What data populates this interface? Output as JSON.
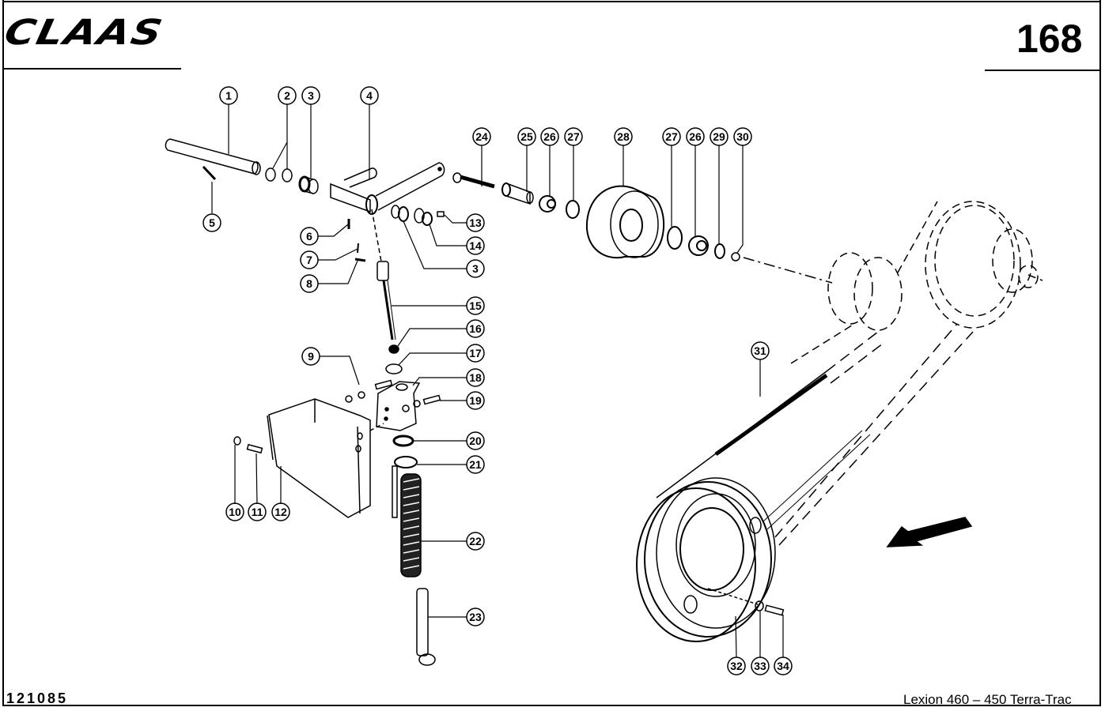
{
  "header": {
    "brand": "CLAAS",
    "page_number": "168"
  },
  "footer": {
    "drawing_number": "121085",
    "model": "Lexion 460 – 450 Terra-Trac"
  },
  "diagram": {
    "type": "exploded-parts-view",
    "callouts": [
      {
        "id": "c1",
        "label": "1"
      },
      {
        "id": "c2",
        "label": "2"
      },
      {
        "id": "c3a",
        "label": "3"
      },
      {
        "id": "c4",
        "label": "4"
      },
      {
        "id": "c5",
        "label": "5"
      },
      {
        "id": "c6",
        "label": "6"
      },
      {
        "id": "c7",
        "label": "7"
      },
      {
        "id": "c8",
        "label": "8"
      },
      {
        "id": "c9",
        "label": "9"
      },
      {
        "id": "c10",
        "label": "10"
      },
      {
        "id": "c11",
        "label": "11"
      },
      {
        "id": "c12",
        "label": "12"
      },
      {
        "id": "c13",
        "label": "13"
      },
      {
        "id": "c14",
        "label": "14"
      },
      {
        "id": "c3b",
        "label": "3"
      },
      {
        "id": "c15",
        "label": "15"
      },
      {
        "id": "c16",
        "label": "16"
      },
      {
        "id": "c17",
        "label": "17"
      },
      {
        "id": "c18",
        "label": "18"
      },
      {
        "id": "c19",
        "label": "19"
      },
      {
        "id": "c20",
        "label": "20"
      },
      {
        "id": "c21",
        "label": "21"
      },
      {
        "id": "c22",
        "label": "22"
      },
      {
        "id": "c23",
        "label": "23"
      },
      {
        "id": "c24",
        "label": "24"
      },
      {
        "id": "c25",
        "label": "25"
      },
      {
        "id": "c26a",
        "label": "26"
      },
      {
        "id": "c27a",
        "label": "27"
      },
      {
        "id": "c28",
        "label": "28"
      },
      {
        "id": "c27b",
        "label": "27"
      },
      {
        "id": "c26b",
        "label": "26"
      },
      {
        "id": "c29",
        "label": "29"
      },
      {
        "id": "c30",
        "label": "30"
      },
      {
        "id": "c31",
        "label": "31"
      },
      {
        "id": "c32",
        "label": "32"
      },
      {
        "id": "c33",
        "label": "33"
      },
      {
        "id": "c34",
        "label": "34"
      }
    ]
  }
}
